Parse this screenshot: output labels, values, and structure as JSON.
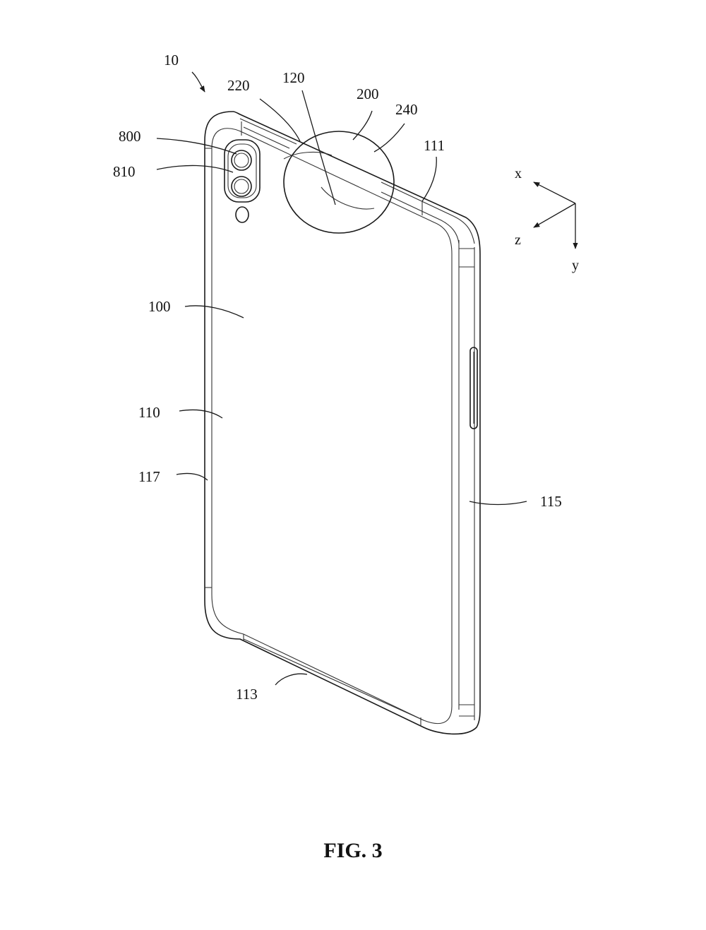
{
  "figure": {
    "caption": "FIG. 3",
    "labels": {
      "l10": "10",
      "l220": "220",
      "l120": "120",
      "l200": "200",
      "l240": "240",
      "l111": "111",
      "l800": "800",
      "l810": "810",
      "l100": "100",
      "l110": "110",
      "l117": "117",
      "l115": "115",
      "l113": "113"
    },
    "axes": {
      "x": "x",
      "z": "z",
      "y": "y"
    }
  }
}
